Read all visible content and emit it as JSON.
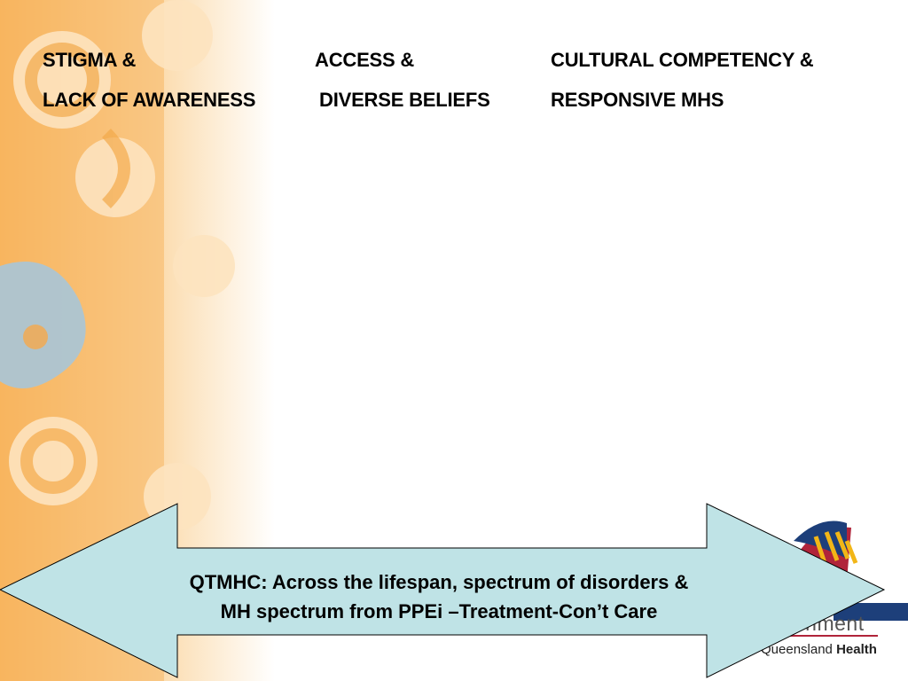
{
  "headings": {
    "col1": {
      "line1": "STIGMA &",
      "line2": "LACK OF AWARENESS"
    },
    "col2": {
      "line1": "ACCESS &",
      "line2": "DIVERSE BELIEFS"
    },
    "col3": {
      "line1": "CULTURAL COMPETENCY &",
      "line2": "RESPONSIVE MHS"
    }
  },
  "arrow": {
    "line1": "QTMHC: Across the lifespan, spectrum of disorders &",
    "line2": "MH spectrum from PPEi –Treatment-Con’t Care",
    "fill": "#bfe3e6"
  },
  "logo": {
    "partial_word": "rnment",
    "department_prefix": "Queensland",
    "department_bold": "Health"
  },
  "colors": {
    "strip_orange": "#f6b35c",
    "strip_blue": "#a9c6d8"
  }
}
